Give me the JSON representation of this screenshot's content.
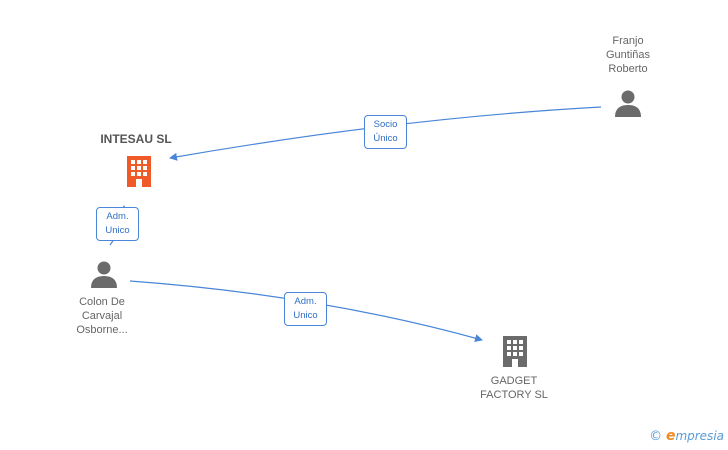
{
  "nodes": {
    "intesau": {
      "name": "INTESAU SL",
      "type": "company",
      "color": "#f05a28",
      "highlight": true
    },
    "franjo": {
      "lines": [
        "Franjo",
        "Guntiñas",
        "Roberto"
      ],
      "type": "person"
    },
    "colon": {
      "lines": [
        "Colon De",
        "Carvajal",
        "Osborne..."
      ],
      "type": "person"
    },
    "gadget": {
      "lines": [
        "GADGET",
        "FACTORY SL"
      ],
      "type": "company",
      "color": "#6b6b6b"
    }
  },
  "relations": {
    "socio": {
      "lines": [
        "Socio",
        "Único"
      ],
      "from": "Franjo Guntiñas Roberto",
      "to": "INTESAU SL"
    },
    "adm1": {
      "lines": [
        "Adm.",
        "Unico"
      ],
      "from": "Colon De Carvajal Osborne...",
      "to": "INTESAU SL"
    },
    "adm2": {
      "lines": [
        "Adm.",
        "Unico"
      ],
      "from": "Colon De Carvajal Osborne...",
      "to": "GADGET FACTORY SL"
    }
  },
  "watermark": {
    "copyright": "©",
    "brand_initial": "e",
    "brand_rest": "mpresia"
  },
  "colors": {
    "edge": "#4a86d8",
    "person_icon": "#6b6b6b"
  },
  "icons": {
    "company": "building-icon",
    "person": "person-icon"
  }
}
